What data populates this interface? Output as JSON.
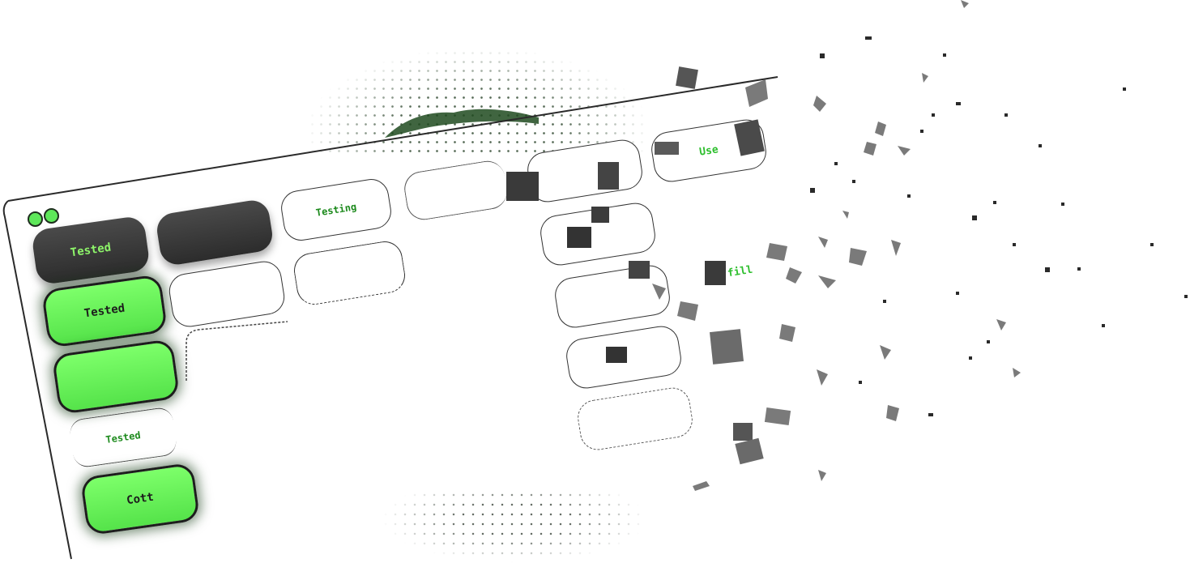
{
  "window": {
    "controls": [
      "close",
      "minimize"
    ]
  },
  "buttons": {
    "col1": [
      {
        "label": "Tested",
        "style": "dark"
      },
      {
        "label": "Tested",
        "style": "green"
      },
      {
        "label": "",
        "style": "green"
      },
      {
        "label": "Tested",
        "style": "ghost"
      },
      {
        "label": "Cott",
        "style": "green"
      }
    ],
    "row1": [
      {
        "label": "",
        "style": "dark"
      },
      {
        "label": "Testing",
        "style": "outline"
      },
      {
        "label": "",
        "style": "outline"
      }
    ],
    "row2": [
      {
        "label": "",
        "style": "outline"
      },
      {
        "label": "",
        "style": "outline"
      }
    ],
    "fragments": {
      "label_a": "Use",
      "label_b": "fill"
    }
  },
  "colors": {
    "accent_green": "#5ee85a",
    "dark_button": "#333333",
    "outline": "#2a2a2a",
    "label_green": "#2fbf2f"
  }
}
